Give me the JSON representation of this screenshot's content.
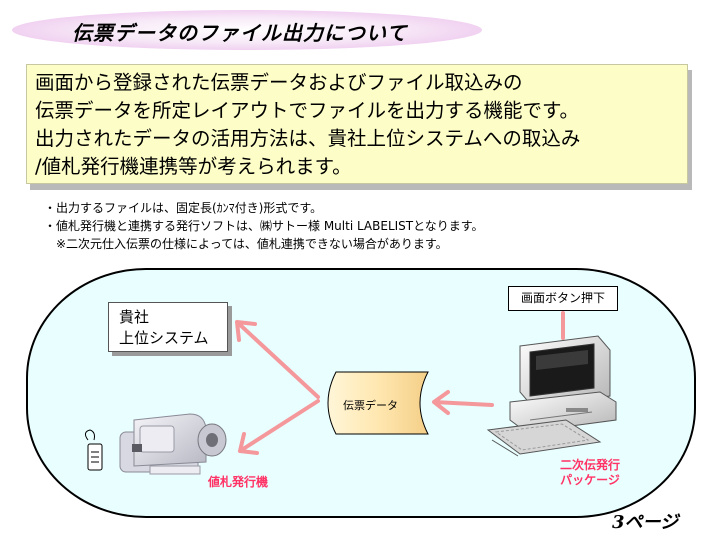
{
  "title": "伝票データのファイル出力について",
  "description": {
    "lines": [
      "画面から登録された伝票データおよびファイル取込みの",
      "伝票データを所定レイアウトでファイルを出力する機能です。",
      "出力されたデータの活用方法は、貴社上位システムへの取込み",
      "/値札発行機連携等が考えられます。"
    ]
  },
  "notes": [
    "・出力するファイルは、固定長(ｶﾝﾏ付き)形式です。",
    "・値札発行機と連携する発行ソフトは、㈱サトー様 Multi LABELISTとなります。",
    "※二次元仕入伝票の仕様によっては、値札連携できない場合があります。"
  ],
  "diagram": {
    "host_system": [
      "貴社",
      "上位システム"
    ],
    "button_label": "画面ボタン押下",
    "data_label": "伝票データ",
    "printer_label": "値札発行機",
    "pc_label": [
      "二次伝発行",
      "パッケージ"
    ],
    "arrow_color": "#f4989c"
  },
  "page_number": "3ページ"
}
